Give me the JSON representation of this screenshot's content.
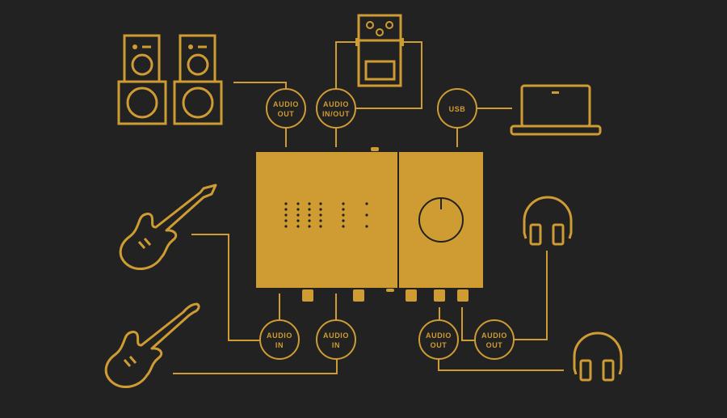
{
  "colors": {
    "background": "#222222",
    "accent": "#CF9C33"
  },
  "ports": {
    "top_audio_out": [
      "AUDIO",
      "OUT"
    ],
    "top_audio_inout": [
      "AUDIO",
      "IN/OUT"
    ],
    "usb": "USB",
    "audio_in_1": [
      "AUDIO",
      "IN"
    ],
    "audio_in_2": [
      "AUDIO",
      "IN"
    ],
    "audio_out_1": [
      "AUDIO",
      "OUT"
    ],
    "audio_out_2": [
      "AUDIO",
      "OUT"
    ]
  },
  "icons": [
    "speaker-icon",
    "effects-pedal-icon",
    "laptop-icon",
    "guitar-icon",
    "headphones-icon",
    "audio-interface-icon"
  ]
}
